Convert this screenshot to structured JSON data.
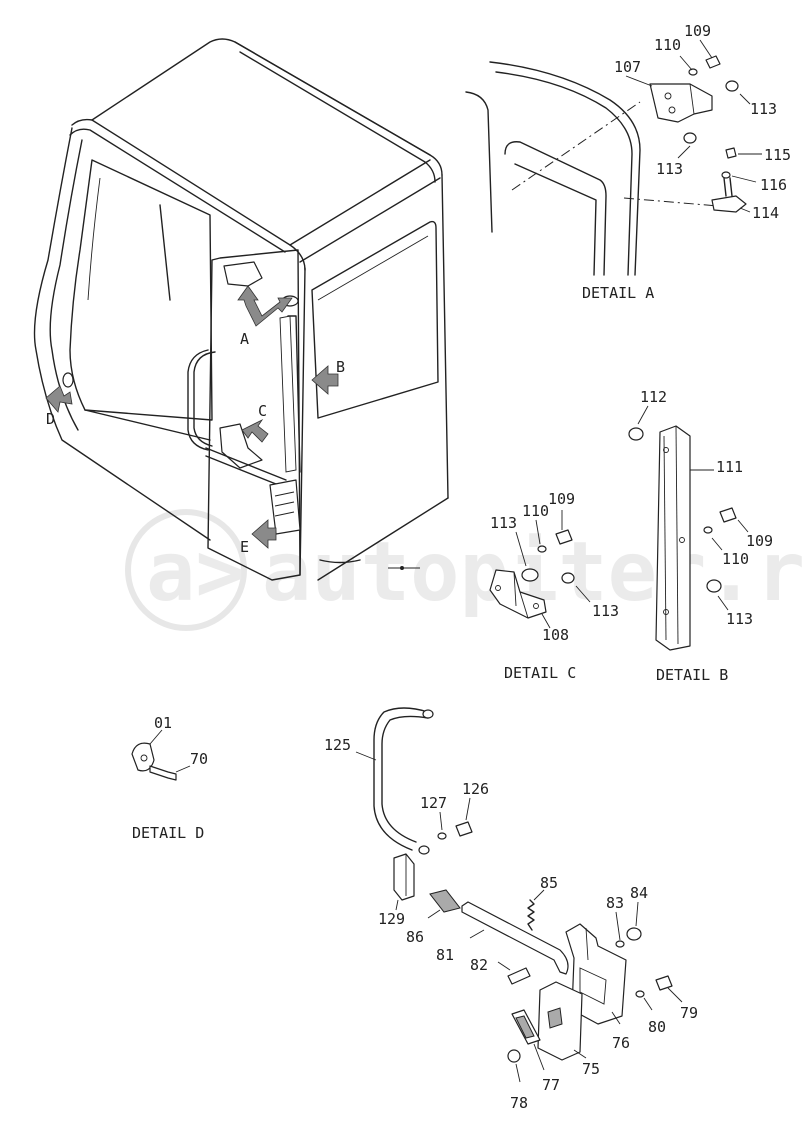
{
  "watermark": {
    "symbol": "a>",
    "text": "autopiter.ru"
  },
  "detail_titles": {
    "a": "DETAIL A",
    "b": "DETAIL B",
    "c": "DETAIL C",
    "d": "DETAIL D"
  },
  "view_letters": [
    "A",
    "B",
    "C",
    "D",
    "E"
  ],
  "callouts": {
    "detail_a": [
      "110",
      "109",
      "107",
      "113",
      "113",
      "115",
      "116",
      "114"
    ],
    "detail_b": [
      "112",
      "111",
      "109",
      "110",
      "113"
    ],
    "detail_c": [
      "109",
      "110",
      "113",
      "113",
      "108"
    ],
    "detail_d": [
      "01",
      "70"
    ],
    "lock": [
      "125",
      "126",
      "127",
      "129",
      "86",
      "85",
      "84",
      "83",
      "81",
      "82",
      "79",
      "80",
      "76",
      "75",
      "77",
      "78"
    ]
  }
}
